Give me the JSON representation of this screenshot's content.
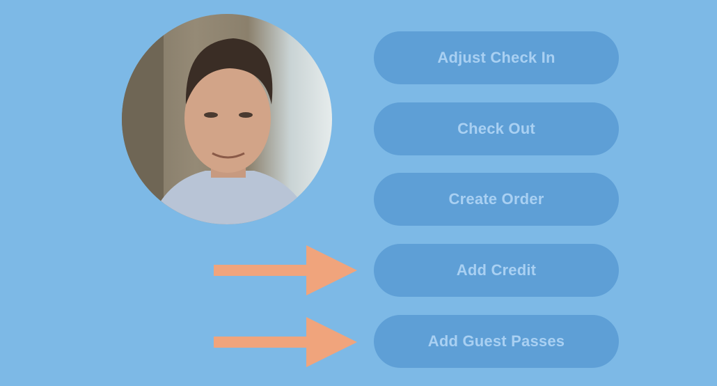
{
  "profile": {
    "avatar_icon": "user-photo"
  },
  "actions": [
    {
      "label": "Adjust Check In"
    },
    {
      "label": "Check Out"
    },
    {
      "label": "Create Order"
    },
    {
      "label": "Add Credit",
      "highlighted": true
    },
    {
      "label": "Add Guest Passes",
      "highlighted": true
    }
  ],
  "colors": {
    "background": "#7db9e6",
    "button": "#5e9fd6",
    "button_text": "#a9d0f2",
    "arrow": "#f0a47c"
  }
}
